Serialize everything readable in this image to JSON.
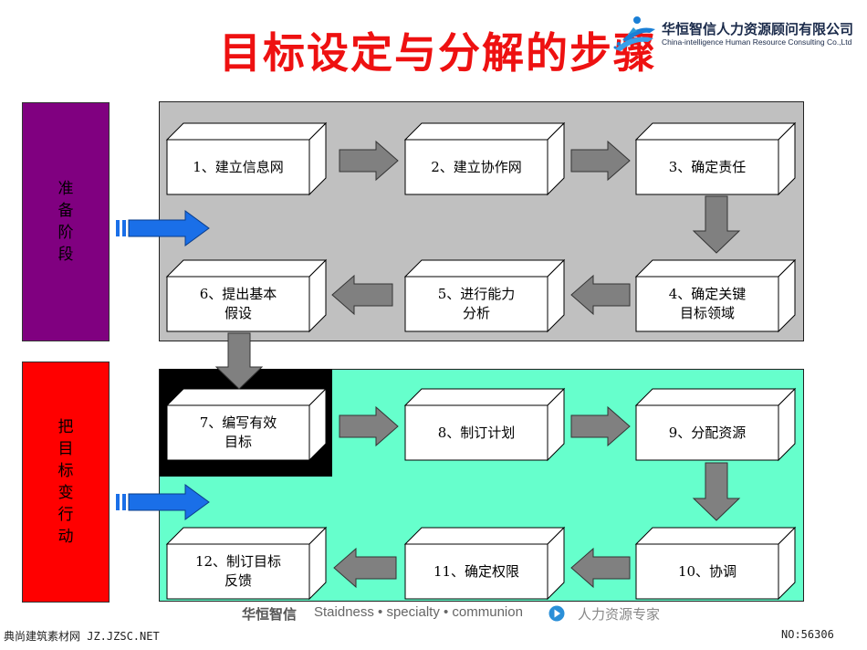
{
  "title": "目标设定与分解的步骤",
  "company": {
    "name_cn": "华恒智信人力资源顾问有限公司",
    "name_en": "China-intelligence Human Resource Consulting Co.,Ltd"
  },
  "phases": {
    "prep": "准备阶段",
    "action": "把目标变行动"
  },
  "steps": [
    "1、建立信息网",
    "2、建立协作网",
    "3、确定责任",
    "4、确定关键\n目标领域",
    "5、进行能力\n分析",
    "6、提出基本\n假设",
    "7、编写有效\n目标",
    "8、制订计划",
    "9、分配资源",
    "10、协调",
    "11、确定权限",
    "12、制订目标\n反馈"
  ],
  "footer": {
    "brand": "华恒智信",
    "slogan": "Staidness • specialty • communion",
    "expert": "人力资源专家"
  },
  "watermark": {
    "left": "典尚建筑素材网 JZ.JZSC.NET",
    "right": "NO:56306"
  },
  "colors": {
    "title": "#ee1111",
    "prep_phase": "#800080",
    "action_phase": "#ff0000",
    "top_panel": "#c0c0c0",
    "bottom_panel": "#66ffcc",
    "flow_arrow": "#808080",
    "phase_arrow": "#1a6fe8"
  }
}
